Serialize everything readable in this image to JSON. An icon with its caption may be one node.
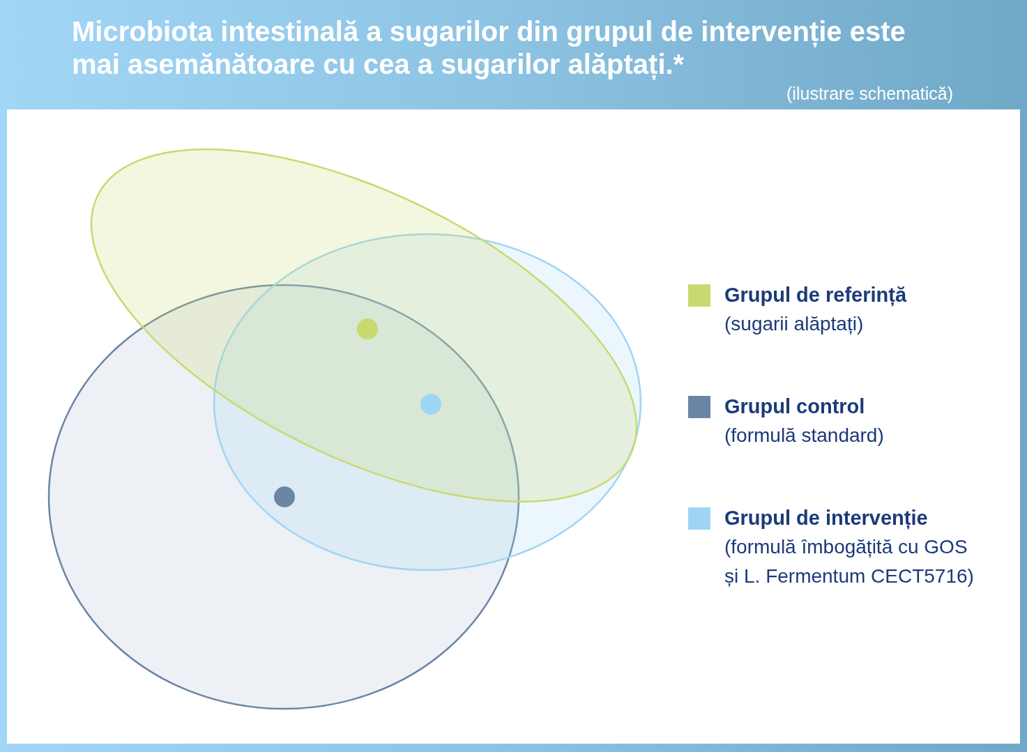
{
  "diagram": {
    "title": "Microbiota intestinală a sugarilor din grupul de intervenție este mai asemănătoare cu cea a sugarilor alăptați.*",
    "labels": [
      "(ilustrare schematică)"
    ],
    "legend": [
      {
        "text": "**Grupul de referință** (sugarii alăptați)",
        "color": "#c8d96f"
      },
      {
        "text": "**Grupul control** (formulă standard)",
        "color": "#6b85a5"
      },
      {
        "text": "**Grupul de intervenție** (formulă îmbogățită cu GOS și L. Fermentum CECT5716)",
        "color": "#9fd5f4"
      }
    ]
  }
}
